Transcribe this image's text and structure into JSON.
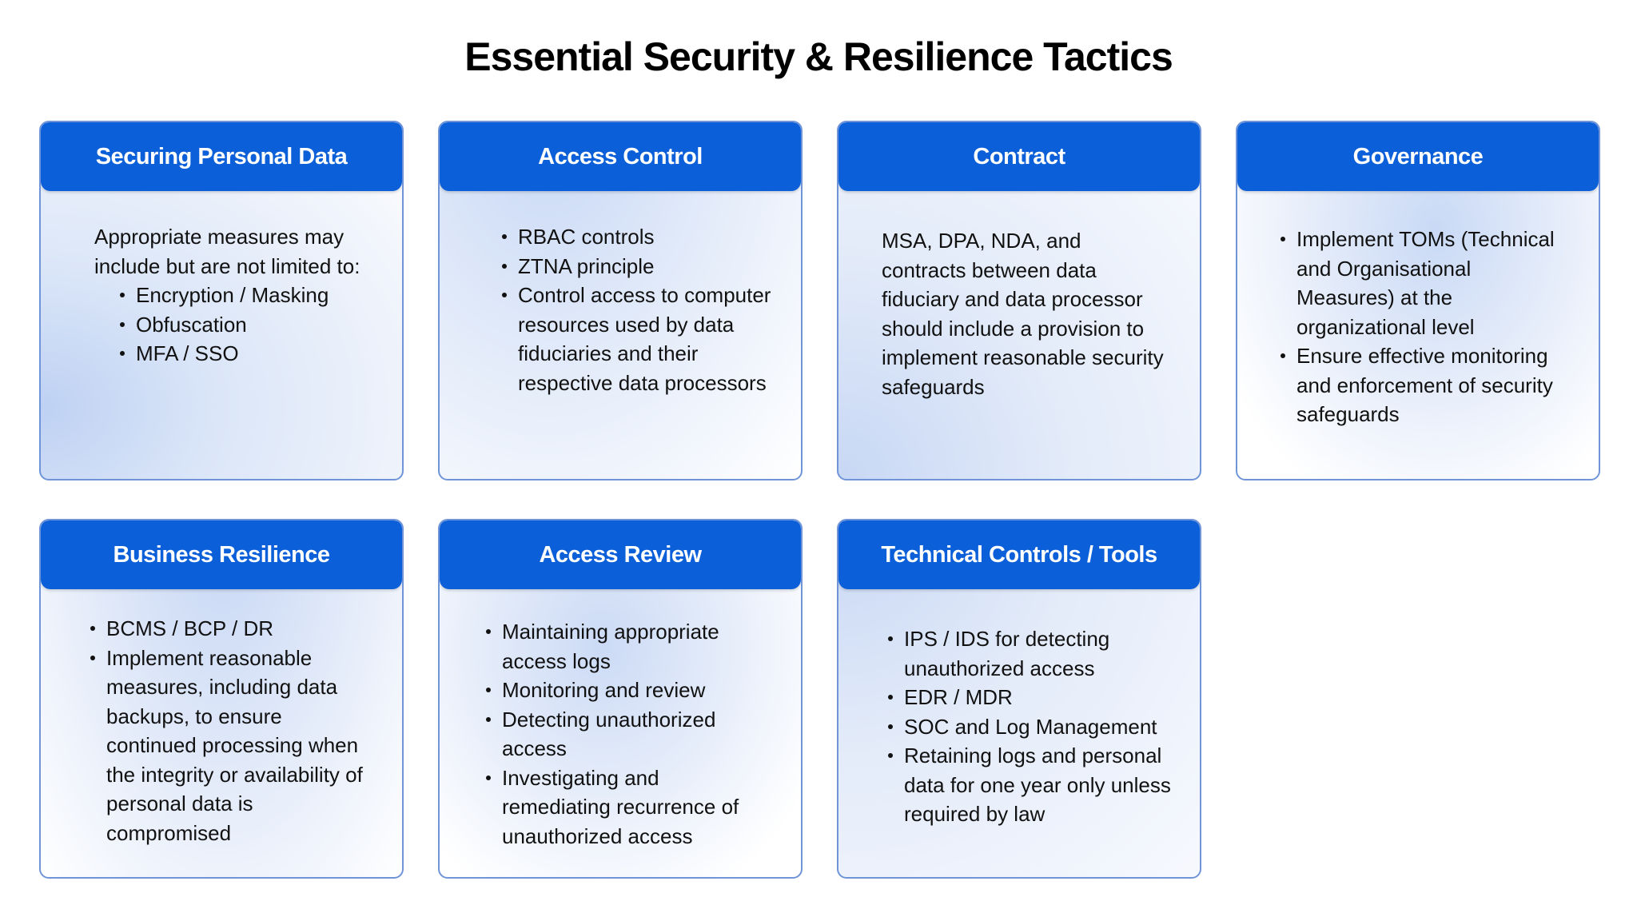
{
  "title": "Essential Security & Resilience Tactics",
  "cards": [
    {
      "header": "Securing Personal Data",
      "intro": "Appropriate measures may include but are not limited to:",
      "items": [
        "Encryption / Masking",
        "Obfuscation",
        "MFA / SSO"
      ]
    },
    {
      "header": "Access Control",
      "items": [
        "RBAC controls",
        "ZTNA principle",
        "Control access to computer resources used by data fiduciaries and their respective data processors"
      ]
    },
    {
      "header": "Contract",
      "text": "MSA, DPA, NDA, and contracts between data fiduciary and data processor should include a provision to implement reasonable security safeguards"
    },
    {
      "header": "Governance",
      "items": [
        "Implement TOMs (Technical and Organisational Measures) at the organizational level",
        "Ensure effective monitoring and enforcement of security safeguards"
      ]
    },
    {
      "header": "Business Resilience",
      "items": [
        "BCMS / BCP / DR",
        " Implement reasonable measures, including data backups, to ensure continued processing when the integrity or availability of personal data is compromised"
      ]
    },
    {
      "header": "Access Review",
      "items": [
        " Maintaining appropriate access logs",
        " Monitoring and review",
        " Detecting unauthorized access",
        " Investigating and remediating recurrence of unauthorized access"
      ]
    },
    {
      "header": "Technical Controls / Tools",
      "items": [
        "IPS / IDS for detecting unauthorized access",
        "EDR / MDR",
        "SOC and Log Management",
        "Retaining logs and personal data for one year only unless required by law"
      ]
    }
  ],
  "colors": {
    "header_blue": "#0b5fd9",
    "card_border": "#6f95d8"
  }
}
